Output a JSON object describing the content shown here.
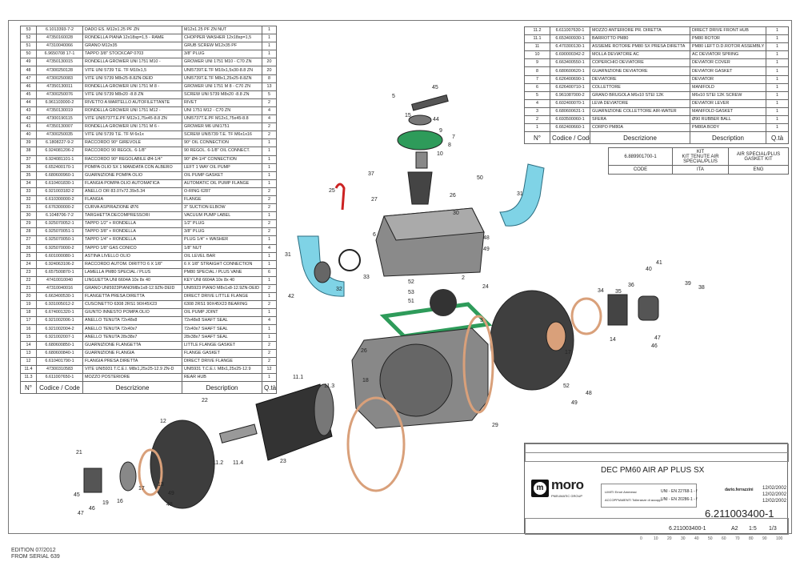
{
  "parts_left": [
    [
      "53",
      "6.1013393-7-2",
      "DADO ES. M12x1.25 PF ZN",
      "M12x1.25 PF ZN NUT",
      "1"
    ],
    [
      "52",
      "47350160028",
      "RONDELLA PIANA 12x18sp=1,5 - RAME",
      "CHOPPER WASHER 12x18sp=1,5",
      "1"
    ],
    [
      "51",
      "47310040066",
      "GRANO M12x35",
      "GRUB SCREW M12x35 PF",
      "1"
    ],
    [
      "50",
      "6.9650708 17-1",
      "TAPPO 3/8\" STOCKCAP 0703",
      "3/8\" PLUG",
      "1"
    ],
    [
      "49",
      "47350130015",
      "RONDELLA GROWER UNI 1751 M10 -",
      "GROWER UNI 1751 M10 - C70 ZN",
      "20"
    ],
    [
      "48",
      "47300250128",
      "VITE UNI 5739 T.E. TF  M10x1,5",
      "UNI5739T.E.TF M10x1,5x30-8.8 ZN",
      "20"
    ],
    [
      "47",
      "47300250083",
      "VITE UNI 5739 M8x25-8.8ZN-DEID",
      "UNI5739T.E.TF M8x1,25x25-8.8ZN",
      "8"
    ],
    [
      "46",
      "47350130011",
      "RONDELLA GROWER UNI 1751 M 8 -",
      "GROWER UNI 1751 M 8 - C70 ZN",
      "13"
    ],
    [
      "45",
      "47300250076",
      "VITE UNI 5739 M8x20 -8.8 ZN",
      "SCREW UNI 5739 M8x20 -8.8 ZN",
      "5"
    ],
    [
      "44",
      "6.961103000-2",
      "RIVETTO A MARTELLO AUTOFILETTANTE",
      "RIVET",
      "2"
    ],
    [
      "43",
      "47350130019",
      "RONDELLA GROWER UNI 1751 M12 -",
      "UNI 1751 M12 - C70 ZN",
      "4"
    ],
    [
      "42",
      "47300190115",
      "VITE UNI5737T.E.PF  M12x1,75x45-8.8 ZN",
      "UNI5737T.E.PF  M12x1,75x45-8.8",
      "4"
    ],
    [
      "41",
      "47350130007",
      "RONDELLA GROWER UNI 1751 M 6 -",
      "GROWER M6 UNI1751",
      "2"
    ],
    [
      "40",
      "47300250035",
      "VITE UNI 5739 T.E. TF  M 6x1x",
      "SCREW UNI5739 T.E. TF M6x1x16",
      "2"
    ],
    [
      "39",
      "6.1808227-9-2",
      "RACCORDO 90° GIREVOLE",
      "90° OIL CONNECTION",
      "1"
    ],
    [
      "38",
      "6.924081206-2",
      "RACCORDO 90 REGOL. 6-1/8\"",
      "90 REGOL. 6-1/8\" OIL CONNECT.",
      "1"
    ],
    [
      "37",
      "6.924081101-1",
      "RACCORDO 90° REGOLABILE Ø4-1/4\"",
      "90° Ø4-1/4\" CONNECTION",
      "1"
    ],
    [
      "36",
      "6.652400170-1",
      "POMPA OLIO SX 1 MANDATA CON ALBERO",
      "LEFT 1 WAY OIL PUMP",
      "1"
    ],
    [
      "35",
      "6.680600960-1",
      "GUARNIZIONE POMPA OLIO",
      "OIL PUMP GASKET",
      "1"
    ],
    [
      "34",
      "6.610401830-1",
      "FLANGIA POMPA OLIO AUTOMATICA",
      "AUTOMATIC OIL PUMP FLANGE",
      "1"
    ],
    [
      "33",
      "6.921003182-2",
      "ANELLO OR 83.07x72.39x5.34",
      "O-RING 6287",
      "2"
    ],
    [
      "32",
      "6.610300000-2",
      "FLANGIA",
      "FLANGE",
      "2"
    ],
    [
      "31",
      "6.676300000-2",
      "CURVA ASPIRAZIONE Ø76",
      "3\" SUCTION ELBOW",
      "2"
    ],
    [
      "30",
      "6.1048706-7-2",
      "TARGHETTA DECOMPRESSORI",
      "VACUUM PUMP LABEL",
      "1"
    ],
    [
      "29",
      "6.925070052-1",
      "TAPPO 1/2\" + RONDELLA",
      "1/2\" PLUG",
      "2"
    ],
    [
      "28",
      "6.925070051-1",
      "TAPPO 3/8\" + RONDELLA",
      "3/8\" PLUG",
      "2"
    ],
    [
      "27",
      "6.925070050-1",
      "TAPPO 1/4\" + RONDELLA",
      "PLUG 1/4\" + WASHER",
      "1"
    ],
    [
      "26",
      "6.925070000-2",
      "TAPPO 1/8\" GAS CONICO",
      "1/8\" NUT",
      "4"
    ],
    [
      "25",
      "6.601000080-1",
      "ASTINA LIVELLO OLIO",
      "OIL LEVEL BAR",
      "1"
    ],
    [
      "24",
      "6.924063106-2",
      "RACCORDO AUTOM. DIRITTO 6 X 1/8\"",
      "6 X 1/8\" STRAIGHT CONNECTION",
      "1"
    ],
    [
      "23",
      "6.657500870-1",
      "LAMELLA PM80 SPECIAL / PLUS",
      "PM80 SPECIAL / PLUS VANE",
      "6"
    ],
    [
      "22",
      "47410010040",
      "LINGUETTA UNI 6604A 10x 8x 40",
      "KEY UNI 6604A 10x 8x 40",
      "1"
    ],
    [
      "21",
      "47310040016",
      "GRANO UNI5923PIANOM8x1x8-12.9ZN-DEID",
      "UNI5923 PIANO M8x1x8-12.9ZN-DEID",
      "2"
    ],
    [
      "20",
      "6.663400530-1",
      "FLANGETTA PRESA DIRETTA",
      "DIRECT DRIVE LITTLE FLANGE",
      "1"
    ],
    [
      "19",
      "6.931005012-2",
      "CUSCINETTO 6308 2RS1 90X45X23",
      "6308 2RS1 90X45X23 BEARING",
      "2"
    ],
    [
      "18",
      "6.674001320-1",
      "GIUNTO INNESTO POMPA OLIO",
      "OIL PUMP JOINT",
      "1"
    ],
    [
      "17",
      "6.921002006-1",
      "ANELLO TENUTA 72x48x8",
      "72x48x8 SHAFT SEAL",
      "4"
    ],
    [
      "16",
      "6.921002004-2",
      "ANELLO TENUTA 72x40x7",
      "72x40x7 SHAFT SEAL",
      "1"
    ],
    [
      "15",
      "6.921002007-1",
      "ANELLO TENUTA 28x38x7",
      "28x38x7  SHAFT SEAL",
      "1"
    ],
    [
      "14",
      "6.680600850-1",
      "GUARNIZIONE FLANGETTA",
      "LITTLE FLANGE GASKET",
      "2"
    ],
    [
      "13",
      "6.680600840-1",
      "GUARNIZIONE FLANGIA",
      "FLANGE GASKET",
      "2"
    ],
    [
      "12",
      "6.610401790-1",
      "FLANGIA PRESA DIRETTA",
      "DIRECT DRIVE FLANGE",
      "2"
    ],
    [
      "11.4",
      "47300310583",
      "VITE UNI5931 T.C.E.I. M8x1,25x25-12.9 ZN-D",
      "UNI5931 T.C.E.I. M8x1,25x25-12.9",
      "12"
    ],
    [
      "11.3",
      "6.611007650-1",
      "MOZZO POSTERIORE",
      "REAR HUB",
      "1"
    ]
  ],
  "parts_right": [
    [
      "11.2",
      "6.611007630-1",
      "MOZZO ANTERIORE PR. DIRETTA",
      "DIRECT DRIVE FRONT HUB",
      "1"
    ],
    [
      "11.1",
      "6.653400930-1",
      "BARROTTO PM80",
      "PM80 ROTOR",
      "1"
    ],
    [
      "11",
      "6.470300130-1",
      "ASSIEME ROTORE PM80 SX PRESA DIRETTA",
      "PM80 LEFT D.D.ROTOR ASSEMBLY",
      "1"
    ],
    [
      "10",
      "6.690000342-2",
      "MOLLA DEVIATORE AC",
      "AC DEVIATOR SPRING",
      "1"
    ],
    [
      "9",
      "6.663400550-1",
      "COPERCHIO DEVIATORE",
      "DEVIATOR COVER",
      "1"
    ],
    [
      "8",
      "6.680600620-1",
      "GUARNIZIONE DEVIATORE",
      "DEVIATOR GASKET",
      "1"
    ],
    [
      "7",
      "6.626400690-1",
      "DEVIATORE",
      "DEVIATOR",
      "1"
    ],
    [
      "6",
      "6.626400710-1",
      "COLLETTORE",
      "MANIFOLD",
      "1"
    ],
    [
      "5",
      "6.961087000-2",
      "GRANO BRUGOLA M6x10 STEI 12K",
      "M6x10 STEI 12K SCREW",
      "1"
    ],
    [
      "4",
      "6.602400070-1",
      "LEVA DEVIATORE",
      "DEVIATOR LEVER",
      "1"
    ],
    [
      "3",
      "6.680600631-1",
      "GUARNIZIONE COLLETTORE AIR-WATER",
      "MANIFOLD GASKET",
      "1"
    ],
    [
      "2",
      "6.693500060-1",
      "SFERA",
      "Ø90 RUBBER BALL",
      "1"
    ],
    [
      "1",
      "6.662400660-1",
      "CORPO PM80A",
      "PM80A BODY",
      "1"
    ]
  ],
  "table_headers": [
    "N°",
    "Codice / Code",
    "Descrizione",
    "Description",
    "Q.tà"
  ],
  "kit": {
    "code": "6.889901700-1",
    "ita": "KIT TENUTE AIR SPECIAL/PLUS",
    "eng": "AIR SPECIAL/PLUS GASKET KIT",
    "kit_label": "KIT",
    "h_code": "CODE",
    "h_ita": "ITA",
    "h_eng": "ENG"
  },
  "title_block": {
    "title": "DEC PM60 AIR AP PLUS SX",
    "brand": "moro",
    "brand_sub": "PNEUMATIC GROUP",
    "drawn_by": "dario.ferrazzini",
    "date1": "12/02/2002",
    "date2": "12/02/2002",
    "date3": "12/02/2002",
    "ref1": "UNI - EN 22768-1 - f",
    "ref2": "UNI - EN 20286-1 - f",
    "ref1_label": "LIMITI Errori Ammessi",
    "ref2_label": "ACCOPPIAMENTI Tolleranze di accopp.",
    "drawing_no": "6.211003400-1",
    "file_no": "6.211003400-1",
    "format": "A2",
    "scale": "1:5",
    "sheet": "1/3"
  },
  "ruler_ticks": [
    "0",
    "10",
    "20",
    "30",
    "40",
    "50",
    "60",
    "70",
    "80",
    "90",
    "100"
  ],
  "edition": {
    "line1": "EDITION 07/2012",
    "line2": "FROM SERIAL 639"
  },
  "callouts": [
    "45",
    "5",
    "15",
    "44",
    "9",
    "7",
    "8",
    "10",
    "50",
    "37",
    "25",
    "26",
    "27",
    "31",
    "30",
    "6",
    "48",
    "49",
    "31",
    "33",
    "32",
    "42",
    "52",
    "53",
    "2",
    "24",
    "51",
    "3",
    "41",
    "40",
    "34",
    "36",
    "35",
    "39",
    "38",
    "14",
    "17",
    "47",
    "46",
    "26",
    "11.1",
    "11.3",
    "18",
    "22",
    "52",
    "48",
    "49",
    "29",
    "12",
    "23",
    "11.2",
    "11.4",
    "21",
    "19",
    "16",
    "17",
    "45",
    "47",
    "46",
    "13",
    "48",
    "49"
  ],
  "colors": {
    "gasket_green": "#2e9b5a",
    "gasket_orange": "#d9a07a",
    "elbow_blue": "#7fd3e6",
    "body_gray": "#8a8a8a",
    "dark": "#3a3a3a"
  }
}
